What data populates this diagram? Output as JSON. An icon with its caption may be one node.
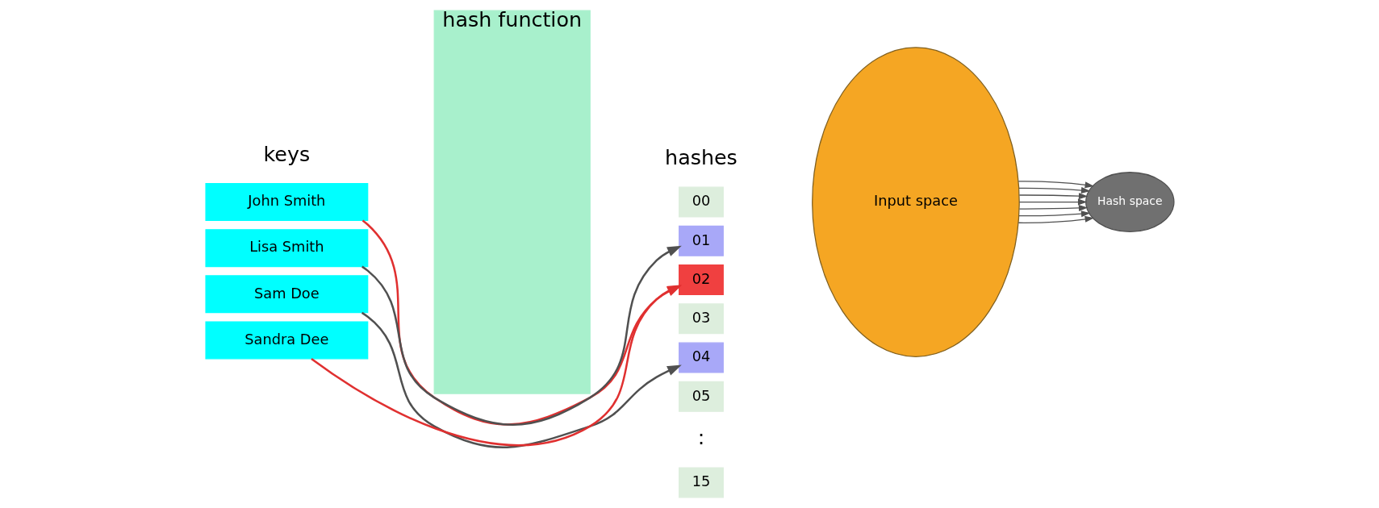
{
  "diagram": {
    "nodes": [
      {
        "text": [
          "John Smith"
        ]
      },
      {
        "text": [
          "Lisa Smith"
        ]
      },
      {
        "text": [
          "Sam Doe"
        ]
      },
      {
        "text": [
          "Sandra Dee"
        ]
      },
      {
        "text": [
          "hash function"
        ]
      },
      {
        "text": [
          "00"
        ]
      },
      {
        "text": [
          "01"
        ]
      },
      {
        "text": [
          "02"
        ]
      },
      {
        "text": [
          "03"
        ]
      },
      {
        "text": [
          "04"
        ]
      },
      {
        "text": [
          "05"
        ]
      },
      {
        "text": [
          "15"
        ]
      },
      {
        "text": [
          "Input space"
        ]
      },
      {
        "text": [
          "Hash space"
        ]
      }
    ],
    "edges": [
      {
        "from": 0,
        "to": 7,
        "arrow": "to",
        "color": "#e03030"
      },
      {
        "from": 1,
        "to": 6,
        "arrow": "to"
      },
      {
        "from": 2,
        "to": 9,
        "arrow": "to"
      },
      {
        "from": 3,
        "to": 7,
        "arrow": "to",
        "color": "#e03030"
      },
      {
        "from": 12,
        "to": 13,
        "arrow": "to"
      },
      {
        "from": 12,
        "to": 13,
        "arrow": "to"
      },
      {
        "from": 12,
        "to": 13,
        "arrow": "to"
      },
      {
        "from": 12,
        "to": 13,
        "arrow": "to"
      },
      {
        "from": 12,
        "to": 13,
        "arrow": "to"
      },
      {
        "from": 12,
        "to": 13,
        "arrow": "to"
      },
      {
        "from": 12,
        "to": 13,
        "arrow": "to"
      }
    ],
    "labels": [
      "keys",
      "hashes",
      ":"
    ]
  }
}
